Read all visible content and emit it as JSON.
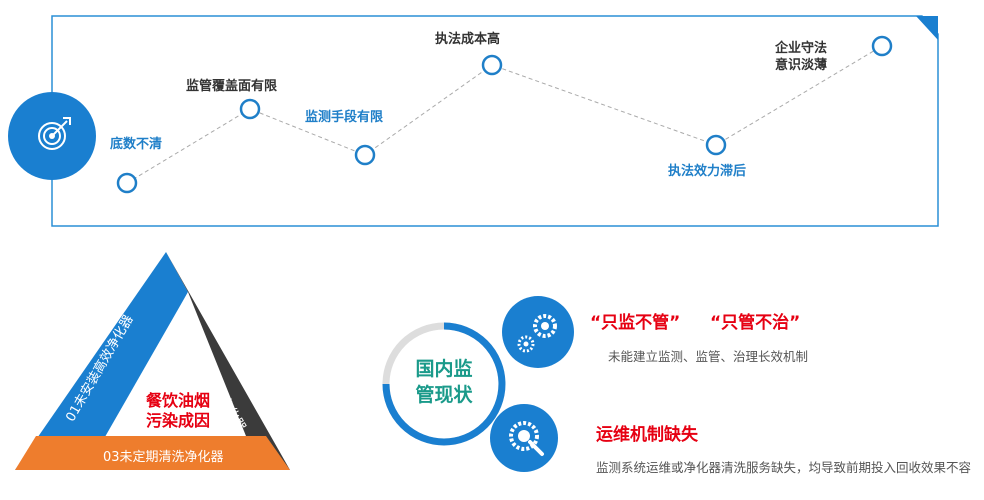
{
  "top_panel": {
    "points": [
      {
        "label": "底数不清",
        "color": "#1f7fc8"
      },
      {
        "label": "监管覆盖面有限",
        "color": "#333333"
      },
      {
        "label": "监测手段有限",
        "color": "#1f7fc8"
      },
      {
        "label": "执法成本高",
        "color": "#333333"
      },
      {
        "label": "执法效力滞后",
        "color": "#1f7fc8"
      },
      {
        "label_line1": "企业守法",
        "label_line2": "意识淡薄",
        "color": "#333333"
      }
    ],
    "icon": "target-icon",
    "accent_color": "#1a7fd0"
  },
  "triangle": {
    "left_side": "01未安装高效净化器",
    "right_side": "02未正常运行净化器",
    "bottom_side": "03未定期清洗净化器",
    "center_line1": "餐饮油烟",
    "center_line2": "污染成因",
    "colors": {
      "left": "#1a7fd0",
      "right": "#3b3b3b",
      "bottom": "#ee7d2d"
    }
  },
  "status": {
    "center_line1": "国内监",
    "center_line2": "管现状",
    "item1": {
      "title_a": "“只监不管”",
      "title_b": "“只管不治”",
      "desc": "未能建立监测、监管、治理长效机制",
      "icon": "gears-icon"
    },
    "item2": {
      "title": "运维机制缺失",
      "desc": "监测系统运维或净化器清洗服务缺失，均导致前期投入回收效果不容",
      "icon": "wrench-gear-icon"
    }
  }
}
